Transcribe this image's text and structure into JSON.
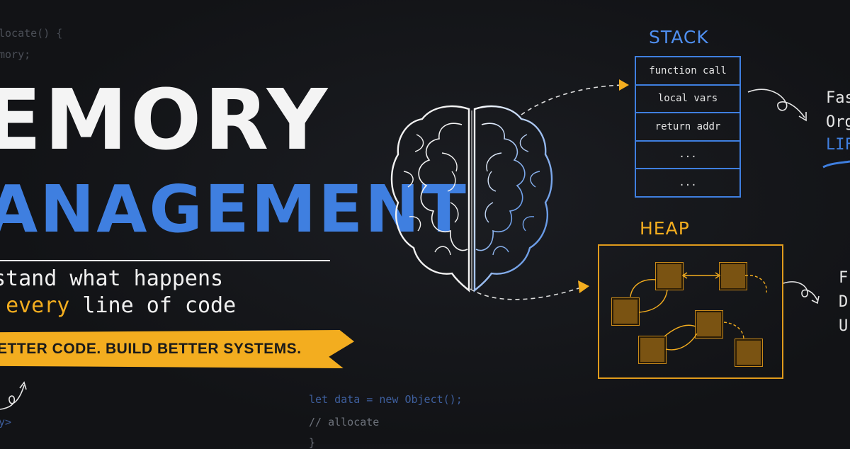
{
  "background_code": {
    "top_line1": "locate() {",
    "top_line2": "mory;",
    "bottom_line1": "let data = new Object();",
    "bottom_line2": "// allocate",
    "bottom_line3": "}",
    "left_bottom": "y>"
  },
  "title": {
    "line1": "EMORY",
    "line2": "ANAGEMENT"
  },
  "subtitle": {
    "line1": "stand what happens",
    "line2_prefix": " ",
    "line2_accent": "every",
    "line2_suffix": " line of code"
  },
  "banner": {
    "text": "ETTER CODE. BUILD BETTER SYSTEMS."
  },
  "stack": {
    "title": "STACK",
    "cells": [
      "function call",
      "local vars",
      "return addr",
      "...",
      "..."
    ]
  },
  "heap": {
    "title": "HEAP"
  },
  "right_edge": {
    "stack_notes": [
      "Fas",
      "Org",
      "LIF"
    ],
    "heap_notes": [
      "F",
      "D",
      "U"
    ]
  },
  "colors": {
    "accent_blue": "#3f7fe0",
    "accent_orange": "#f3ad1f",
    "background": "#121316"
  },
  "icons": [
    "brain-icon",
    "dashed-arrow-icon",
    "loop-arrow-icon"
  ]
}
